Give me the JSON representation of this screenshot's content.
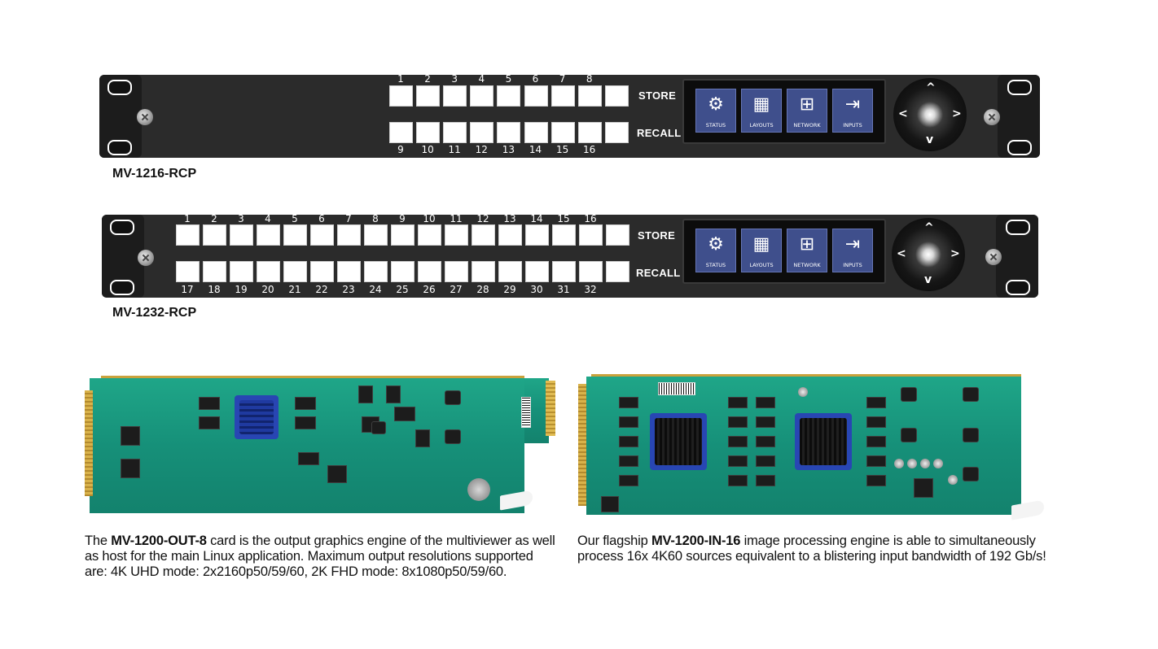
{
  "panels": [
    {
      "model": "MV-1216-RCP",
      "top_numbers": [
        "1",
        "2",
        "3",
        "4",
        "5",
        "6",
        "7",
        "8"
      ],
      "bottom_numbers": [
        "9",
        "10",
        "11",
        "12",
        "13",
        "14",
        "15",
        "16"
      ],
      "store_label": "STORE",
      "recall_label": "RECALL",
      "screen_buttons": [
        {
          "label": "STATUS",
          "icon": "gear-icon",
          "glyph": "⚙"
        },
        {
          "label": "LAYOUTS",
          "icon": "monitor-grid-icon",
          "glyph": "▦"
        },
        {
          "label": "NETWORK",
          "icon": "network-icon",
          "glyph": "⊞"
        },
        {
          "label": "INPUTS",
          "icon": "input-icon",
          "glyph": "⇥"
        }
      ]
    },
    {
      "model": "MV-1232-RCP",
      "top_numbers": [
        "1",
        "2",
        "3",
        "4",
        "5",
        "6",
        "7",
        "8",
        "9",
        "10",
        "11",
        "12",
        "13",
        "14",
        "15",
        "16"
      ],
      "bottom_numbers": [
        "17",
        "18",
        "19",
        "20",
        "21",
        "22",
        "23",
        "24",
        "25",
        "26",
        "27",
        "28",
        "29",
        "30",
        "31",
        "32"
      ],
      "store_label": "STORE",
      "recall_label": "RECALL",
      "screen_buttons": [
        {
          "label": "STATUS",
          "icon": "gear-icon",
          "glyph": "⚙"
        },
        {
          "label": "LAYOUTS",
          "icon": "monitor-grid-icon",
          "glyph": "▦"
        },
        {
          "label": "NETWORK",
          "icon": "network-icon",
          "glyph": "⊞"
        },
        {
          "label": "INPUTS",
          "icon": "input-icon",
          "glyph": "⇥"
        }
      ]
    }
  ],
  "dpad_arrows": {
    "up": "^",
    "down": "v",
    "left": "<",
    "right": ">"
  },
  "captions": {
    "out8": {
      "pre": "The ",
      "bold": "MV-1200-OUT-8",
      "post": " card is the output graphics engine of the multiviewer as well as host for the main Linux application. Maximum output resolutions supported are: 4K UHD mode: 2x2160p50/59/60, 2K FHD mode: 8x1080p50/59/60."
    },
    "in16": {
      "pre": "Our flagship ",
      "bold": "MV-1200-IN-16",
      "post": " image processing engine is able to simultaneously process 16x 4K60 sources equivalent to a blistering input bandwidth of 192 Gb/s!"
    }
  },
  "colors": {
    "panel": "#2b2b2b",
    "screen_tile": "#3f4f8c",
    "pcb_green": "#169079",
    "heatsink_blue": "#2846b3",
    "gold": "#c9a23c"
  }
}
